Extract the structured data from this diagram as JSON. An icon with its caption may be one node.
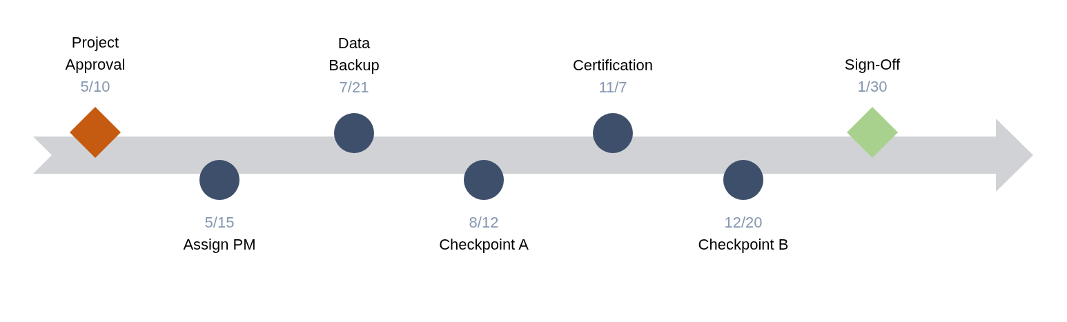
{
  "diagram": {
    "nodes": [
      {
        "text": [],
        "shape": "diamond",
        "beside": [
          "Project Approval",
          "5/10"
        ]
      },
      {
        "text": [],
        "shape": "circle",
        "beside": [
          "5/15",
          "Assign PM"
        ]
      },
      {
        "text": [],
        "shape": "circle",
        "beside": [
          "Data Backup",
          "7/21"
        ]
      },
      {
        "text": [],
        "shape": "circle",
        "beside": [
          "8/12",
          "Checkpoint A"
        ]
      },
      {
        "text": [],
        "shape": "circle",
        "beside": [
          "Certification",
          "11/7"
        ]
      },
      {
        "text": [],
        "shape": "circle",
        "beside": [
          "12/20",
          "Checkpoint B"
        ]
      },
      {
        "text": [],
        "shape": "diamond",
        "beside": [
          "Sign-Off",
          "1/30"
        ]
      }
    ],
    "edges": []
  }
}
